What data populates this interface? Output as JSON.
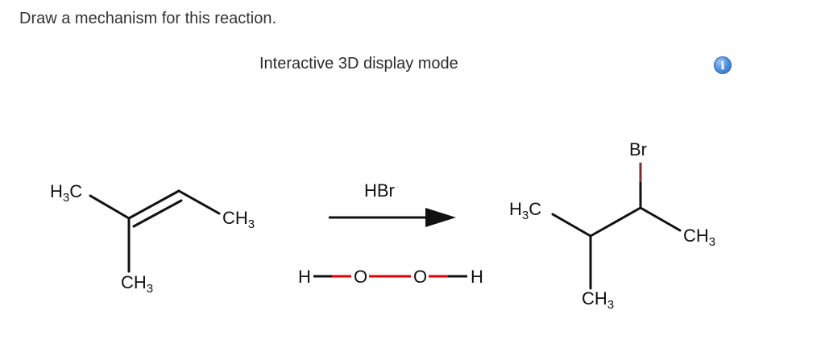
{
  "question": {
    "text": "Draw a mechanism for this reaction."
  },
  "display_mode": {
    "label": "Interactive 3D display mode"
  },
  "info_button": {
    "glyph": "i",
    "icon": "info-icon",
    "color": "#4a8ad8"
  },
  "reactant": {
    "left_group": {
      "main": "H",
      "sub": "3",
      "tail": "C"
    },
    "right_group": {
      "main": "CH",
      "sub": "3"
    },
    "bottom_group": {
      "main": "CH",
      "sub": "3"
    }
  },
  "reagents": {
    "top": "HBr",
    "peroxide": [
      "H",
      "O",
      "O",
      "H"
    ],
    "oxygen_color": "#e00000"
  },
  "product": {
    "top_group": {
      "main": "Br",
      "color": "#7a2b2b"
    },
    "left_group": {
      "main": "H",
      "sub": "3",
      "tail": "C"
    },
    "right_group": {
      "main": "CH",
      "sub": "3"
    },
    "bottom_group": {
      "main": "CH",
      "sub": "3"
    }
  }
}
